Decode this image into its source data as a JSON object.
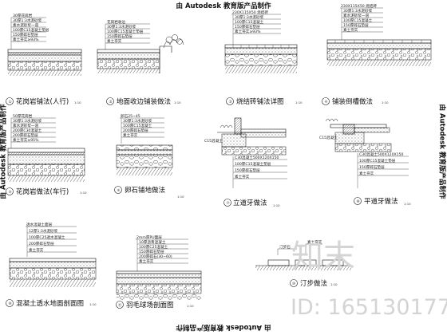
{
  "watermarks": {
    "top": "由 Autodesk 教育版产品制作",
    "bottom": "由 Autodesk 教育版产品制作",
    "left": "由 Autodesk 教育版产品制作",
    "right": "由 Autodesk 教育版产品制作"
  },
  "brand_mark": "知末",
  "id_label": "ID: 165130177",
  "details": [
    {
      "num": "①",
      "title": "花岗岩铺法(人行)",
      "scale": "1:10",
      "notes": [
        "30厚花岗岩",
        "30厚1:3水泥砂浆",
        "素水泥砂浆一道",
        "100厚C15混凝土垫层",
        "150厚碎石垫层",
        "素土夯实≥93%"
      ]
    },
    {
      "num": "②",
      "title": "地面收边铺装做法",
      "scale": "1:10",
      "notes": [
        "花岗岩收边",
        "30厚1:3水泥砂浆",
        "100厚C15混凝土垫层",
        "150厚碎石垫层",
        "素土夯实"
      ]
    },
    {
      "num": "③",
      "title": "烧结砖铺法详图",
      "scale": "1:10",
      "notes": [
        "230X115X50 烧结砖",
        "30厚1:3水泥砂浆",
        "100厚C15混凝土",
        "150厚碎石垫层",
        "素土夯实≥93%"
      ]
    },
    {
      "num": "④",
      "title": "铺装倒槽做法",
      "scale": "1:10",
      "notes": [
        "230X115X50 烧结砖",
        "30厚1:3水泥砂浆",
        "素水泥砂浆一道",
        "100厚C15混凝土",
        "150厚碎石垫层",
        "素土夯实"
      ]
    },
    {
      "num": "⑤",
      "title": "花岗岩做法(车行)",
      "scale": "1:10",
      "notes": [
        "50厚花岗岩",
        "30厚1:3水泥砂浆",
        "素水泥砂浆一道",
        "200厚C30混凝土",
        "200厚碎石垫层",
        "素土夯实≥95%"
      ]
    },
    {
      "num": "⑥",
      "title": "卵石铺地做法",
      "scale": "1:10",
      "notes": [
        "卵石25~45",
        "30厚1:3水泥砂浆",
        "100厚C15混凝土",
        "200厚碎石垫层",
        "素土夯实"
      ]
    },
    {
      "num": "⑦",
      "title": "立道牙做法",
      "scale": "1:10",
      "notes": [
        "C15混凝土",
        "C30混凝土500X120X150",
        "100厚C15混凝土垫层",
        "150厚碎石垫层",
        "素土夯实"
      ]
    },
    {
      "num": "⑧",
      "title": "平道牙做法",
      "scale": "1:10",
      "notes": [
        "C15混凝土",
        "C30混凝土500X120X150",
        "100厚C15混凝土垫层",
        "150厚碎石垫层",
        "素土夯实"
      ]
    },
    {
      "num": "⑨",
      "title": "混凝土透水地面剖面图",
      "scale": "1:10",
      "notes": [
        "透水混凝土面层",
        "12厚1:3水泥砂浆",
        "100厚C25透水混凝土",
        "200厚碎石垫层",
        "素土夯实"
      ]
    },
    {
      "num": "⑪",
      "title": "羽毛球场剖面图",
      "scale": "1:10",
      "notes": [
        "2mm厚PU面层",
        "10厚沥青混凝土",
        "100厚C25混凝土",
        "150厚碎石垫层",
        "200厚碎石(30~60)",
        "素土夯实"
      ]
    },
    {
      "num": "⑩",
      "title": "汀步做法",
      "scale": "1:10",
      "notes": [
        "汀步石",
        "素土夯实"
      ]
    }
  ]
}
